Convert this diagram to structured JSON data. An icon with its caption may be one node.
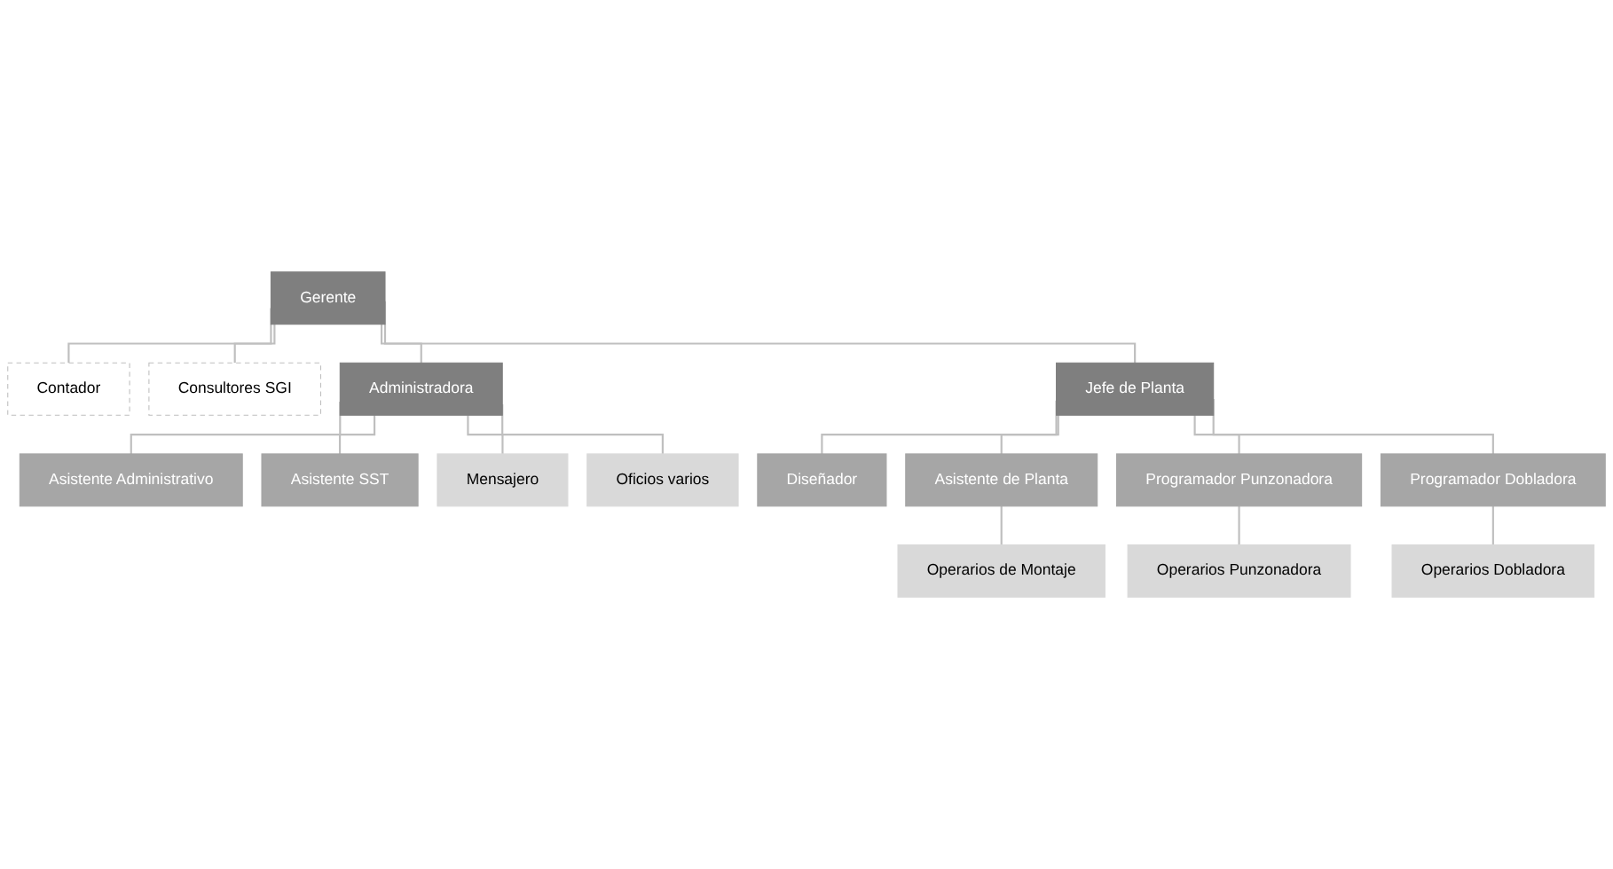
{
  "diagram": {
    "nodes": [
      {
        "text": [
          "Gerente"
        ]
      },
      {
        "text": [
          "Contador"
        ]
      },
      {
        "text": [
          "Consultores SGI"
        ]
      },
      {
        "text": [
          "Administradora"
        ]
      },
      {
        "text": [
          "Jefe de Planta"
        ]
      },
      {
        "text": [
          "Diseñador"
        ]
      },
      {
        "text": [
          "Asistente Administrativo"
        ]
      },
      {
        "text": [
          "Asistente SST"
        ]
      },
      {
        "text": [
          "Mensajero"
        ]
      },
      {
        "text": [
          "Oficios varios"
        ]
      },
      {
        "text": [
          "Asistente de Planta"
        ]
      },
      {
        "text": [
          "Programador Punzonadora"
        ]
      },
      {
        "text": [
          "Programador Dobladora"
        ]
      },
      {
        "text": [
          "Operarios de Montaje"
        ]
      },
      {
        "text": [
          "Operarios Punzonadora"
        ]
      },
      {
        "text": [
          "Operarios Dobladora"
        ]
      }
    ],
    "edges": [
      {
        "from": 0,
        "to": 1,
        "arrow": "none"
      },
      {
        "from": 0,
        "to": 2,
        "arrow": "none"
      },
      {
        "from": 0,
        "to": 3,
        "arrow": "none"
      },
      {
        "from": 0,
        "to": 4,
        "arrow": "none"
      },
      {
        "from": 3,
        "to": 6,
        "arrow": "none"
      },
      {
        "from": 3,
        "to": 7,
        "arrow": "none"
      },
      {
        "from": 3,
        "to": 8,
        "arrow": "none"
      },
      {
        "from": 3,
        "to": 9,
        "arrow": "none"
      },
      {
        "from": 4,
        "to": 5,
        "arrow": "none"
      },
      {
        "from": 4,
        "to": 10,
        "arrow": "none"
      },
      {
        "from": 4,
        "to": 11,
        "arrow": "none"
      },
      {
        "from": 4,
        "to": 12,
        "arrow": "none"
      },
      {
        "from": 10,
        "to": 13,
        "arrow": "none"
      },
      {
        "from": 11,
        "to": 14,
        "arrow": "none"
      },
      {
        "from": 12,
        "to": 15,
        "arrow": "none"
      }
    ]
  }
}
